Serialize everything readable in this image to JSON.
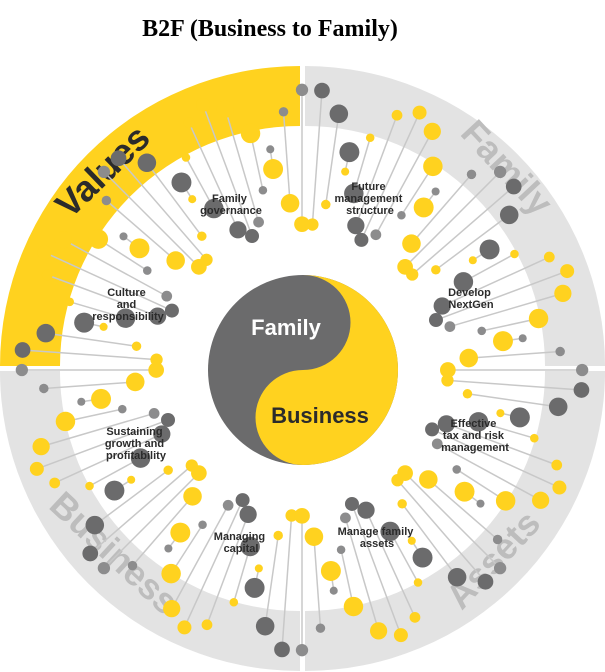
{
  "title": "B2F (Business to Family)",
  "quadrants": {
    "values": "Values",
    "family": "Family",
    "assets": "Assets",
    "business": "Business"
  },
  "center": {
    "top": "Family",
    "bottom": "Business"
  },
  "segments": [
    {
      "lines": [
        "Family",
        "governance"
      ]
    },
    {
      "lines": [
        "Future",
        "management",
        "structure"
      ]
    },
    {
      "lines": [
        "Develop",
        "NextGen"
      ]
    },
    {
      "lines": [
        "Effective",
        "tax and risk",
        "management"
      ]
    },
    {
      "lines": [
        "Manage family",
        "assets"
      ]
    },
    {
      "lines": [
        "Managing",
        "capital"
      ]
    },
    {
      "lines": [
        "Sustaining",
        "growth and",
        "profitability"
      ]
    },
    {
      "lines": [
        "Culture",
        "and",
        "responsibility"
      ]
    }
  ],
  "colors": {
    "yellow": "#ffd21f",
    "dark_grey": "#6b6b6c",
    "mid_grey": "#8c8c8d",
    "light_grey": "#e3e3e3",
    "rung": "#c8c8c8"
  }
}
